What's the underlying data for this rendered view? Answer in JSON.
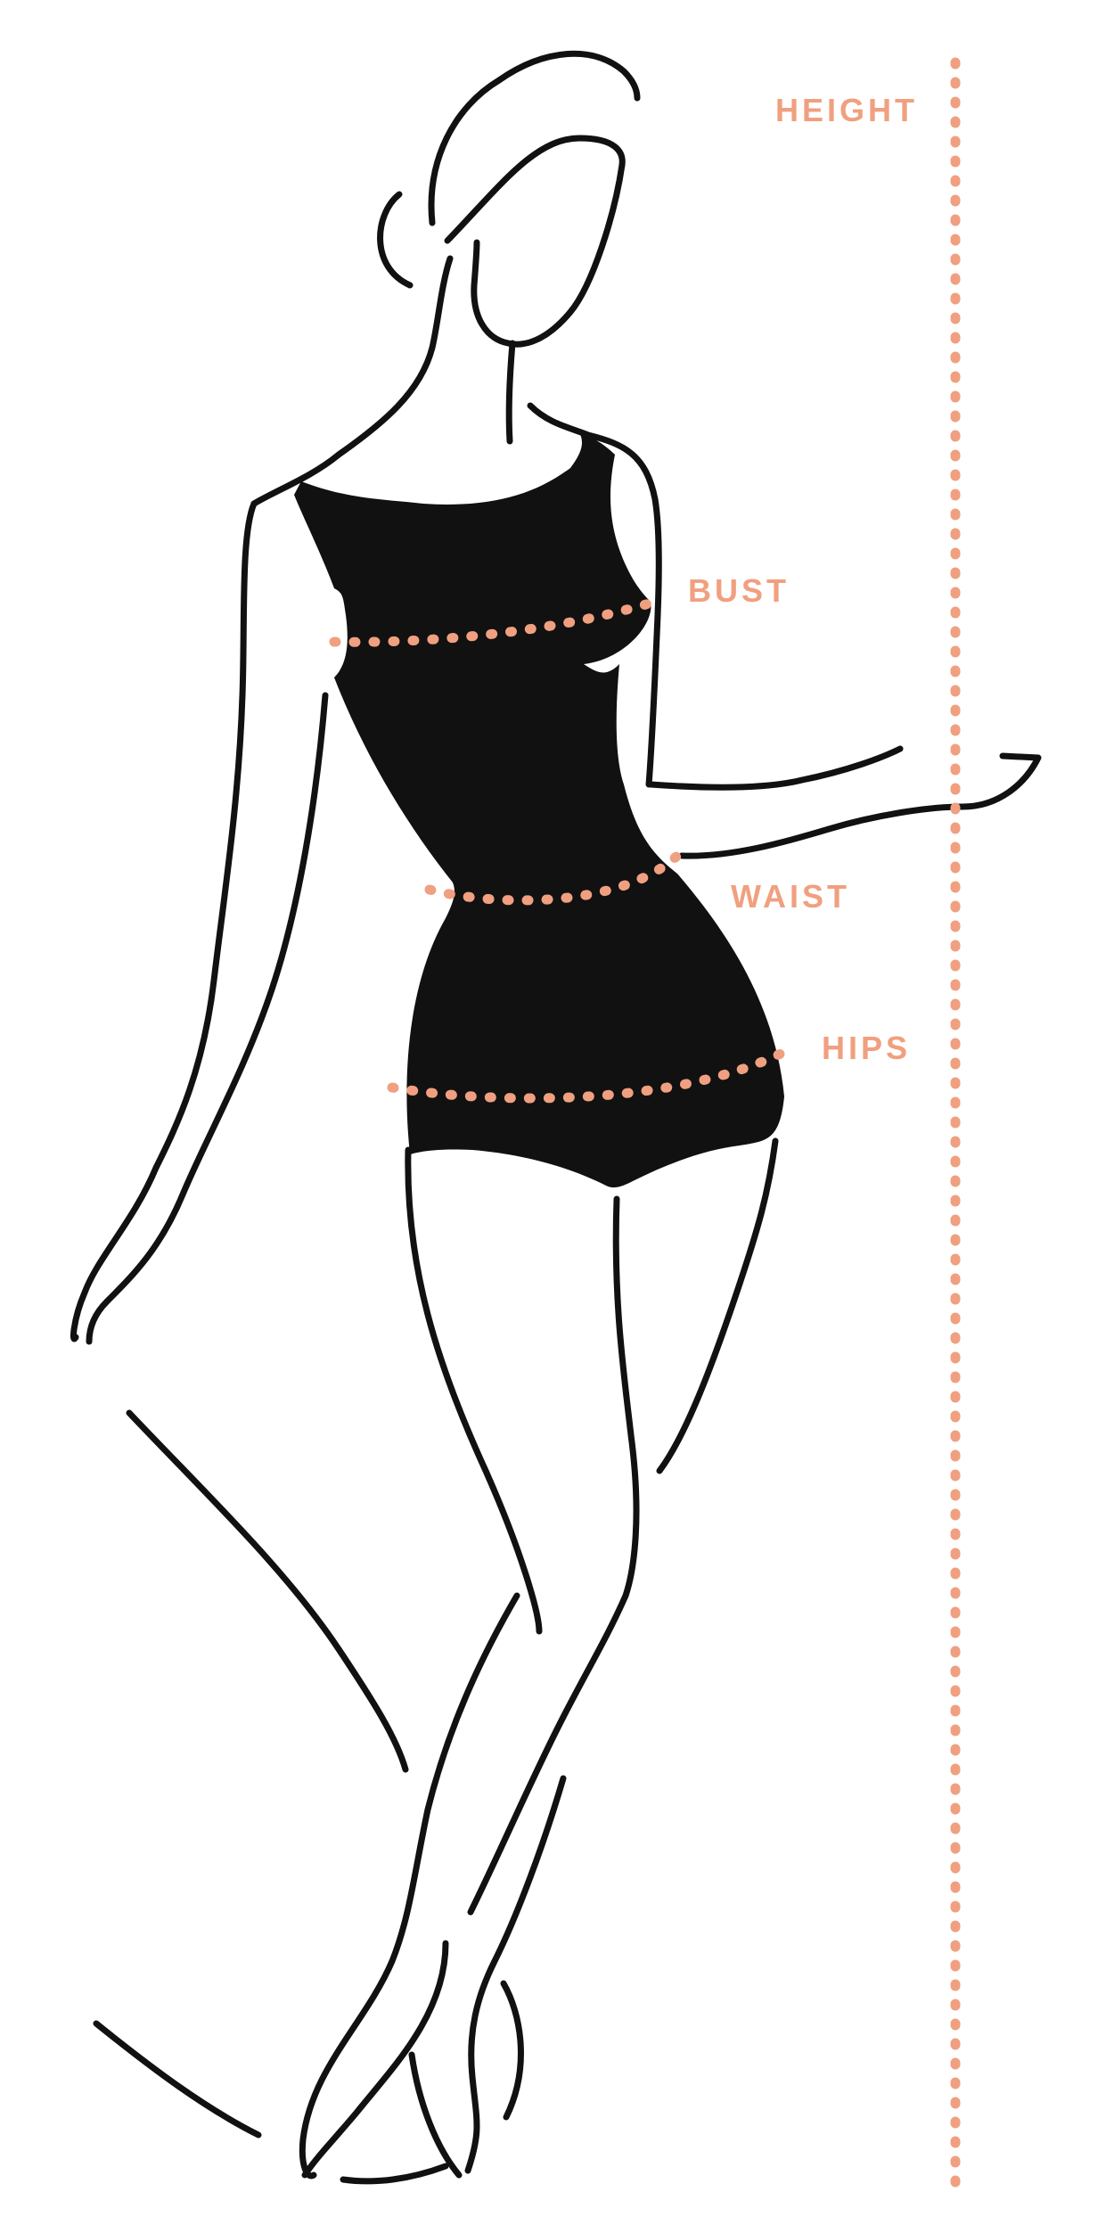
{
  "colors": {
    "ink": "#111111",
    "accent": "#f0a080",
    "background": "#ffffff"
  },
  "labels": {
    "height": "HEIGHT",
    "bust": "BUST",
    "waist": "WAIST",
    "hips": "HIPS"
  }
}
